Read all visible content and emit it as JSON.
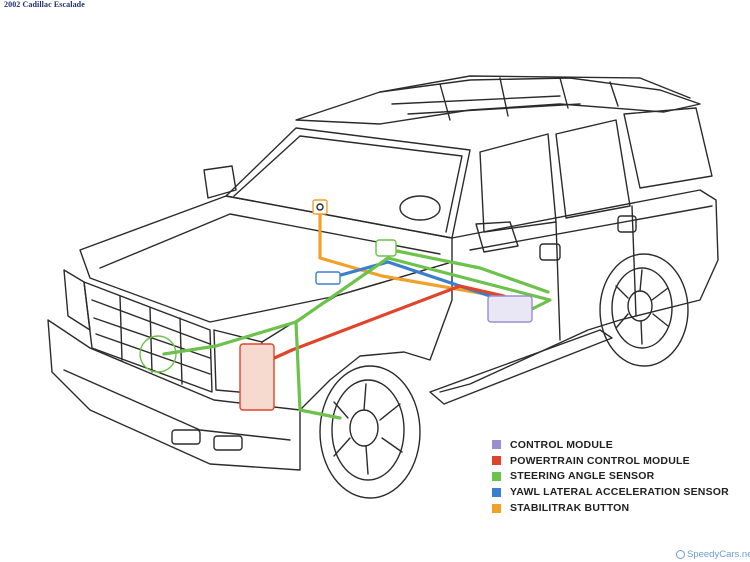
{
  "title": "2002 Cadillac Escalade",
  "colors": {
    "control_module": "#9a8fcf",
    "powertrain_control_module": "#e0442a",
    "steering_angle_sensor": "#6cc24a",
    "yaw_lateral_sensor": "#3a7fcf",
    "stabilitrak_button": "#f0a12a",
    "outline": "#2b2b2b",
    "watermark": "#6a9bd6"
  },
  "legend": [
    {
      "label": "CONTROL MODULE",
      "color": "#9a8fcf"
    },
    {
      "label": "POWERTRAIN CONTROL MODULE",
      "color": "#e0442a"
    },
    {
      "label": "STEERING ANGLE SENSOR",
      "color": "#6cc24a"
    },
    {
      "label": "YAWL LATERAL ACCELERATION SENSOR",
      "color": "#3a7fcf"
    },
    {
      "label": "STABILITRAK BUTTON",
      "color": "#f0a12a"
    }
  ],
  "watermark": {
    "text": "SpeedyCars.net",
    "icon": "speedycars-logo-icon"
  }
}
